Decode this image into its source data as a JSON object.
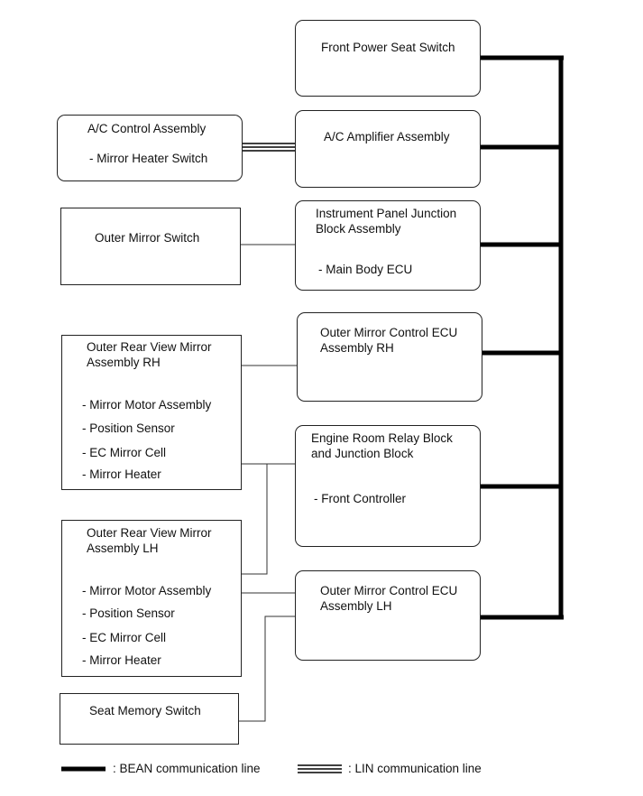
{
  "boxes": {
    "front_power_seat_switch": {
      "title": "Front Power Seat Switch"
    },
    "ac_control": {
      "title": "A/C Control Assembly",
      "item": "- Mirror Heater Switch"
    },
    "ac_amplifier": {
      "title": "A/C Amplifier Assembly"
    },
    "outer_mirror_switch": {
      "title": "Outer Mirror Switch"
    },
    "ip_junction": {
      "title_line1": "Instrument Panel Junction",
      "title_line2": "Block Assembly",
      "item": "- Main Body ECU"
    },
    "outer_mirror_ecu_rh": {
      "title_line1": "Outer Mirror Control ECU",
      "title_line2": "Assembly RH"
    },
    "rear_view_rh": {
      "title_line1": "Outer Rear View Mirror",
      "title_line2": "Assembly RH",
      "items": [
        "- Mirror Motor Assembly",
        "- Position Sensor",
        "- EC Mirror Cell",
        "- Mirror Heater"
      ]
    },
    "engine_room": {
      "title_line1": "Engine Room Relay Block",
      "title_line2": "and Junction Block",
      "item": "- Front Controller"
    },
    "rear_view_lh": {
      "title_line1": "Outer Rear View Mirror",
      "title_line2": "Assembly LH",
      "items": [
        "- Mirror Motor Assembly",
        "- Position Sensor",
        "- EC Mirror Cell",
        "- Mirror Heater"
      ]
    },
    "outer_mirror_ecu_lh": {
      "title_line1": "Outer Mirror Control ECU",
      "title_line2": "Assembly LH"
    },
    "seat_memory_switch": {
      "title": "Seat Memory Switch"
    }
  },
  "legend": {
    "bean": ": BEAN communication line",
    "lin": ": LIN communication line"
  }
}
